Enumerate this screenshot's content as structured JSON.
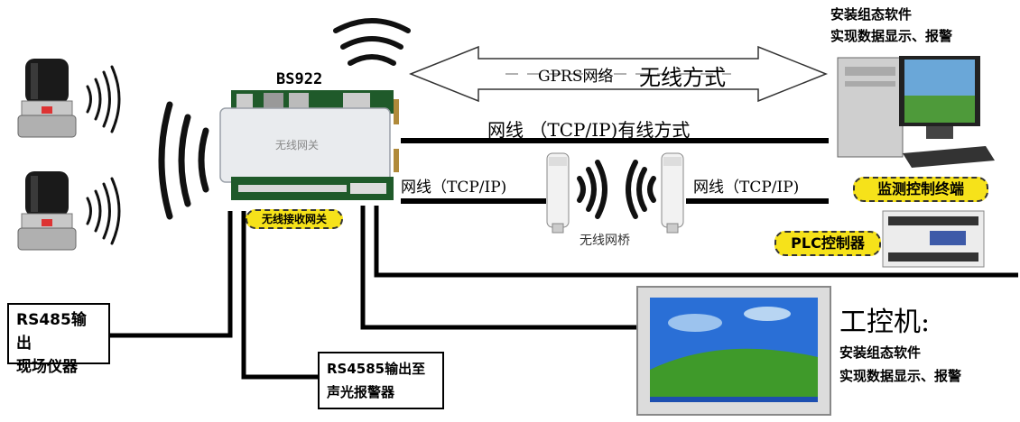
{
  "gateway": {
    "model": "BS922",
    "panel_text": "无线网关",
    "badge": "无线接收网关"
  },
  "links": {
    "gprs_prefix": "GPRS网络",
    "gprs_suffix": "无线方式",
    "wired_main": "网线 （TCP/IP)有线方式",
    "wired_left": "网线（TCP/IP)",
    "wired_right": "网线（TCP/IP)",
    "bridge_label": "无线网桥"
  },
  "top_right_note": {
    "line1": "安装组态软件",
    "line2": "实现数据显示、报警"
  },
  "monitor_badge": "监测控制终端",
  "plc_badge": "PLC控制器",
  "rs485_box": {
    "line1": "RS485输出",
    "line2": "现场仪器"
  },
  "rs4585_box": {
    "line1": "RS4585输出至",
    "line2": "声光报警器"
  },
  "ipc": {
    "title": "工控机:",
    "line1": "安装组态软件",
    "line2": "实现数据显示、报警"
  },
  "colors": {
    "badge_yellow": "#f6e21a",
    "line": "#000000",
    "screen_sky": "#2a6fd6",
    "screen_grass": "#3f9a2a"
  }
}
